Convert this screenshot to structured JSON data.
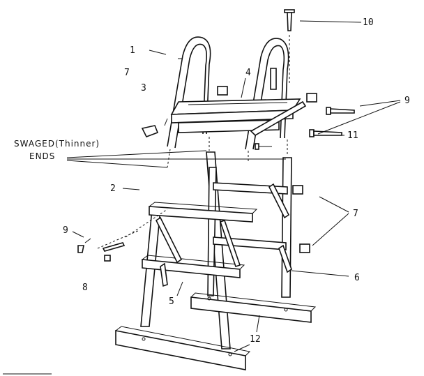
{
  "diagram": {
    "labels": {
      "swaged_line1": "SWAGED(Thinner)",
      "swaged_line2": "ENDS",
      "l1": "1",
      "l7a": "7",
      "l3": "3",
      "l4": "4",
      "l10": "10",
      "l9a": "9",
      "l11": "11",
      "l2": "2",
      "l7b": "7",
      "l9b": "9",
      "l6": "6",
      "l8": "8",
      "l5": "5",
      "l12": "12"
    }
  }
}
